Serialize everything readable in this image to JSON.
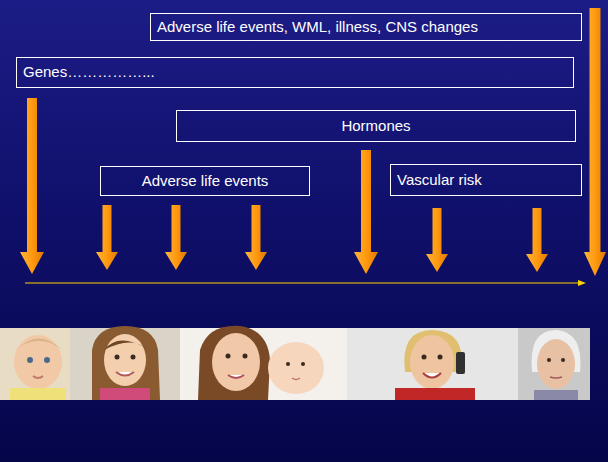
{
  "diagram": {
    "nodes": [
      {
        "text": [
          "Adverse life events, WML, illness, CNS changes"
        ]
      },
      {
        "text": [
          "Genes……………..."
        ]
      },
      {
        "text": [
          "Hormones"
        ]
      },
      {
        "text": [
          "Adverse life events"
        ]
      },
      {
        "text": [
          "Vascular risk"
        ]
      }
    ]
  }
}
